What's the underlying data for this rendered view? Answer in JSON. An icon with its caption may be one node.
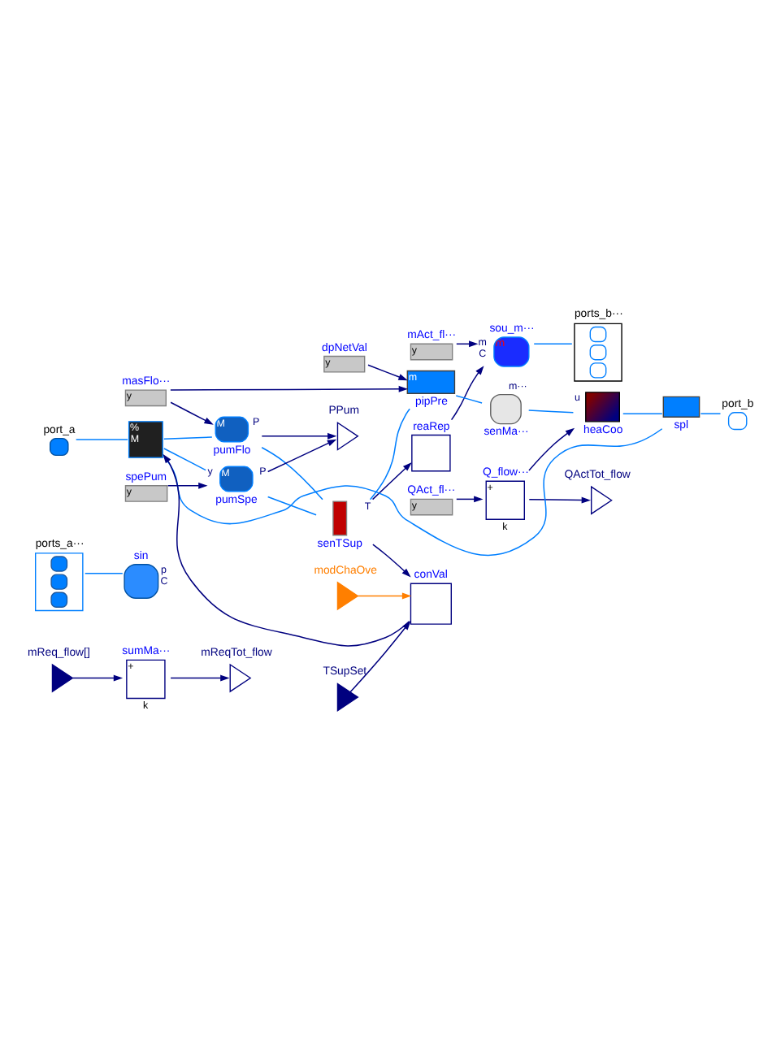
{
  "diagram": {
    "nodes": [
      {
        "text": [
          "mReq_flow[]"
        ]
      },
      {
        "text": [
          "sumMa···",
          "+"
        ],
        "beside": [
          "k"
        ]
      },
      {
        "text": [
          "mReqTot_flow"
        ]
      },
      {
        "text": [
          "ports_a···"
        ]
      },
      {
        "text": [
          "sin"
        ],
        "beside": [
          "p",
          "C"
        ]
      },
      {
        "text": [
          "sou_m···",
          "ṁ"
        ],
        "beside": [
          "m",
          "C"
        ]
      },
      {
        "text": [
          "ports_b···"
        ]
      },
      {
        "text": [
          "mAct_fl···",
          "y"
        ]
      },
      {
        "text": [
          "reaRep"
        ]
      },
      {
        "text": [
          "QAct_fl···",
          "y"
        ]
      },
      {
        "text": [
          "Q_flow···",
          "+"
        ],
        "beside": [
          "k"
        ]
      },
      {
        "text": [
          "QActTot_flow"
        ]
      },
      {
        "text": [
          "dpNetVal",
          "y"
        ]
      },
      {
        "text": [
          "masFlo···",
          "y"
        ]
      },
      {
        "text": [
          "spePum",
          "y"
        ]
      },
      {
        "text": [
          "PPum"
        ]
      },
      {
        "text": [
          "%",
          "M"
        ]
      },
      {
        "text": [
          "M",
          "pumFlo"
        ],
        "beside": [
          "P"
        ]
      },
      {
        "text": [
          "port_a"
        ]
      },
      {
        "text": [
          "senTSup"
        ],
        "beside": [
          "T"
        ]
      },
      {
        "text": [
          "m",
          "pipPre"
        ]
      },
      {
        "text": [
          "senMa···"
        ],
        "beside": [
          "m···"
        ]
      },
      {
        "text": [
          "heaCoo"
        ],
        "beside": [
          "u"
        ]
      },
      {
        "text": [
          "spl"
        ]
      },
      {
        "text": [
          "port_b"
        ]
      },
      {
        "text": [
          "M",
          "pumSpe"
        ],
        "beside": [
          "y",
          "P"
        ]
      },
      {
        "text": [
          "modChaOve"
        ]
      },
      {
        "text": [
          "conVal"
        ]
      },
      {
        "text": [
          "TSupSet"
        ]
      }
    ],
    "edges": [
      {
        "from": 0,
        "to": 1,
        "arrow": "to"
      },
      {
        "from": 1,
        "to": 2,
        "arrow": "to"
      },
      {
        "from": 3,
        "to": 4,
        "arrow": "none",
        "color": "#007fff"
      },
      {
        "from": 5,
        "to": 6,
        "arrow": "none",
        "color": "#007fff"
      },
      {
        "from": 7,
        "to": 5,
        "arrow": "to"
      },
      {
        "from": 8,
        "to": 5,
        "arrow": "to"
      },
      {
        "from": 19,
        "to": 8,
        "arrow": "to"
      },
      {
        "from": 9,
        "to": 10,
        "arrow": "to"
      },
      {
        "from": 10,
        "to": 11,
        "arrow": "to"
      },
      {
        "from": 10,
        "to": 22,
        "arrow": "to"
      },
      {
        "from": 12,
        "to": 20,
        "arrow": "to"
      },
      {
        "from": 13,
        "to": 20,
        "arrow": "to"
      },
      {
        "from": 13,
        "to": 17,
        "arrow": "to"
      },
      {
        "from": 14,
        "to": 25,
        "arrow": "to"
      },
      {
        "from": 17,
        "to": 15,
        "arrow": "to"
      },
      {
        "from": 25,
        "to": 15,
        "arrow": "to"
      },
      {
        "from": 18,
        "to": 16,
        "arrow": "none",
        "color": "#007fff"
      },
      {
        "from": 16,
        "to": 17,
        "arrow": "none",
        "color": "#007fff"
      },
      {
        "from": 16,
        "to": 25,
        "arrow": "none",
        "color": "#007fff"
      },
      {
        "from": 17,
        "to": 19,
        "arrow": "none",
        "color": "#007fff"
      },
      {
        "from": 25,
        "to": 19,
        "arrow": "none",
        "color": "#007fff"
      },
      {
        "from": 19,
        "to": 20,
        "arrow": "none",
        "color": "#007fff"
      },
      {
        "from": 20,
        "to": 21,
        "arrow": "none",
        "color": "#007fff"
      },
      {
        "from": 21,
        "to": 22,
        "arrow": "none",
        "color": "#007fff"
      },
      {
        "from": 22,
        "to": 23,
        "arrow": "none",
        "color": "#007fff"
      },
      {
        "from": 23,
        "to": 24,
        "arrow": "none",
        "color": "#007fff"
      },
      {
        "from": 23,
        "to": 16,
        "arrow": "none",
        "color": "#007fff"
      },
      {
        "from": 19,
        "to": 27,
        "arrow": "to"
      },
      {
        "from": 27,
        "to": 16,
        "arrow": "to"
      },
      {
        "from": 26,
        "to": 27,
        "arrow": "to",
        "color": "#ff7f00"
      },
      {
        "from": 28,
        "to": 27,
        "arrow": "to"
      }
    ]
  }
}
